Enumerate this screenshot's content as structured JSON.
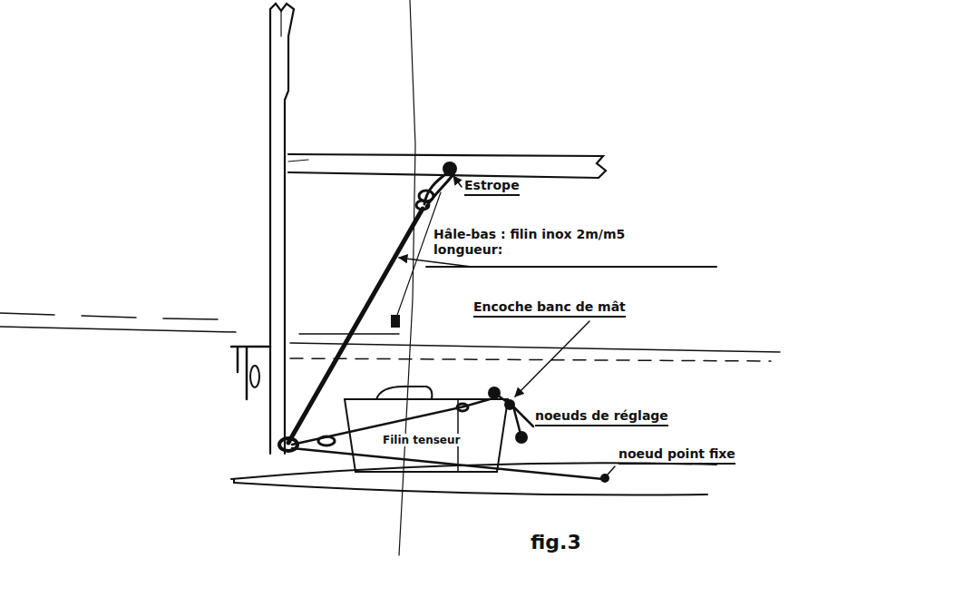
{
  "diagram": {
    "caption": "fig.3",
    "labels": [
      "Estrope",
      "Hâle-bas : filin inox 2m/m5 longueur:",
      "Encoche banc de mât",
      "noeuds de réglage",
      "Filin tenseur",
      "noeud point fixe"
    ]
  }
}
